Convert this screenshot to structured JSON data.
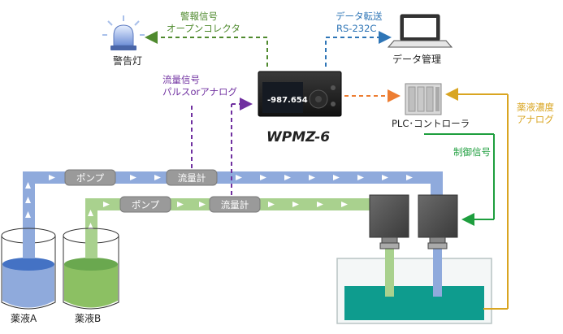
{
  "labels": {
    "alarm_light": "警告灯",
    "alarm_signal_line1": "警報信号",
    "alarm_signal_line2": "オープンコレクタ",
    "data_transfer_line1": "データ転送",
    "data_transfer_line2": "RS-232C",
    "data_management": "データ管理",
    "flow_signal_line1": "流量信号",
    "flow_signal_line2": "パルスorアナログ",
    "device_brand": "WPMZ-6",
    "device_reading": "-987.654",
    "plc": "PLC･コントローラ",
    "concentration_line1": "薬液濃度",
    "concentration_line2": "アナログ",
    "control_signal": "制御信号",
    "pump_top": "ポンプ",
    "flowmeter_top": "流量計",
    "pump_bottom": "ポンプ",
    "flowmeter_bottom": "流量計",
    "chemical_a": "薬液A",
    "chemical_b": "薬液B"
  },
  "colors": {
    "alarm_line": "#4f8a2e",
    "data_line": "#2e75b6",
    "flow_signal_line": "#7030a0",
    "plc_line": "#ed7d31",
    "concentration_line": "#d9a521",
    "control_line": "#1e9e3e",
    "pipe_blue": "#8faadc",
    "pipe_green": "#a9d18e",
    "tank_liquid": "#0e9c8e",
    "brand_red": "#e03030"
  },
  "icons": {
    "alarm_light": "warning-lamp-icon",
    "data_management": "laptop-icon",
    "plc": "plc-controller-icon",
    "device": "wpmz6-meter-icon"
  }
}
